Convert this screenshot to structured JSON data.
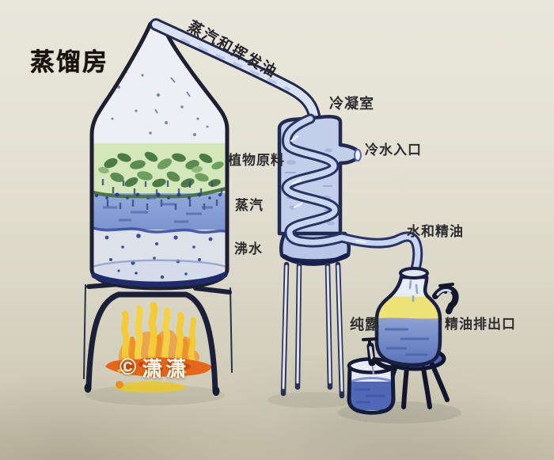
{
  "labels": {
    "title": "蒸馏房",
    "steam_and_volatile_oil": "蒸汽和挥发油",
    "condensing_chamber": "冷凝室",
    "cold_water_inlet": "冷水入口",
    "plant_material": "植物原料",
    "steam": "蒸汽",
    "boiling_water": "沸水",
    "water_and_essential_oil": "水和精油",
    "hydrosol": "纯露",
    "essential_oil_outlet": "精油排出口"
  },
  "watermark": {
    "symbol": "©",
    "name": "潇潇"
  },
  "colors": {
    "paper": "#e2dfd1",
    "ink_outline": "#1f2446",
    "glass_fill": "#edeff5",
    "water_blue": "#8aa2d8",
    "pale_water": "#dde1ea",
    "coil_light": "#c9d6f0",
    "leaf_green": "#4c7b47",
    "leaf_wash": "#cfe5b4",
    "oil_yellow": "#ece277",
    "flame_yellow": "#f3cb37",
    "flame_orange": "#ee8a24",
    "ember_orange": "#e4671c",
    "label_text": "#2d2d30",
    "title_text": "#17120c",
    "watermark_color": "#ffffff"
  }
}
